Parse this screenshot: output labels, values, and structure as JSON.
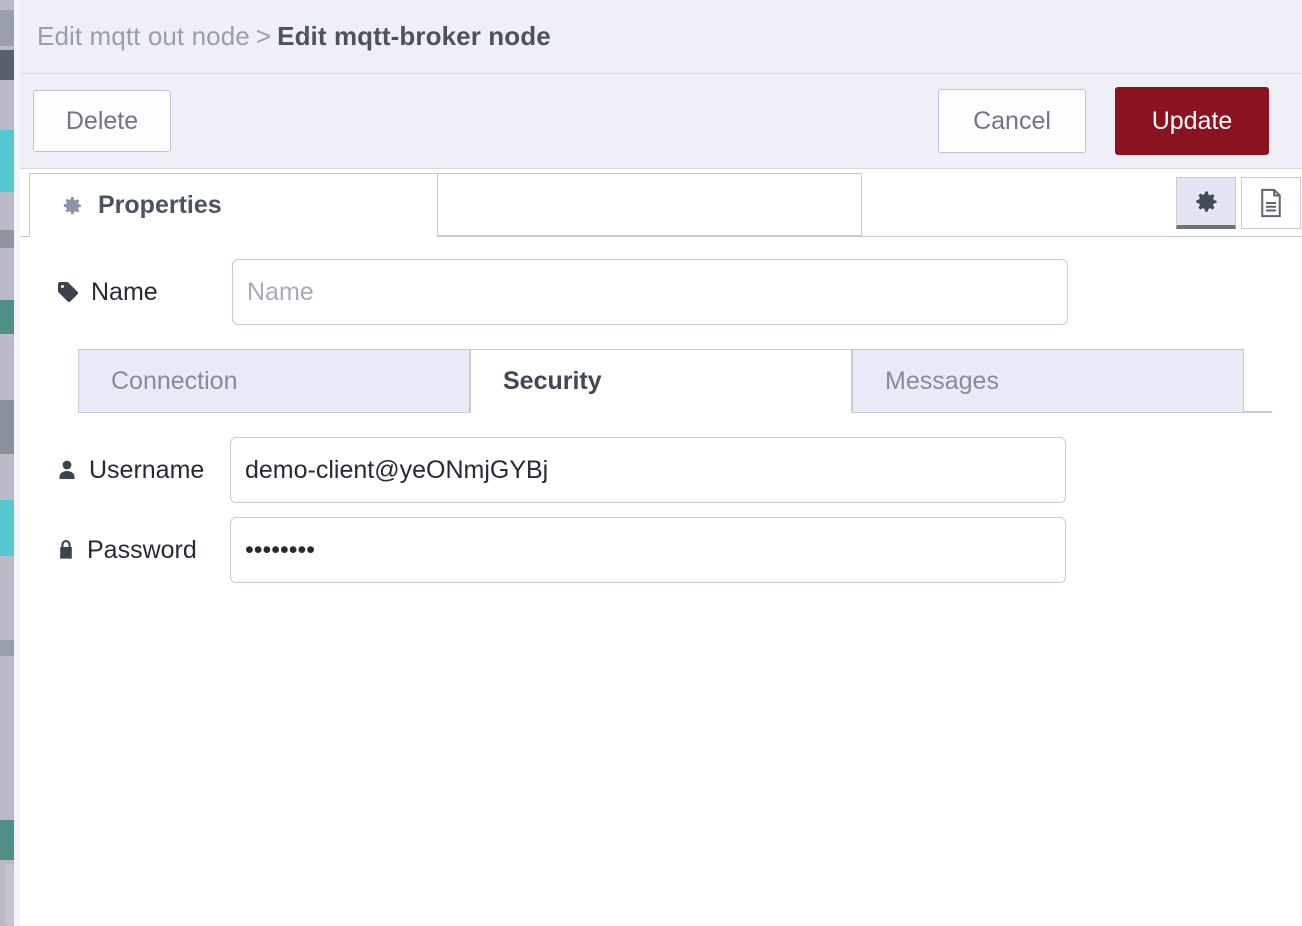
{
  "breadcrumb": {
    "previous": "Edit mqtt out node",
    "separator": ">",
    "current": "Edit mqtt-broker node"
  },
  "toolbar": {
    "delete_label": "Delete",
    "cancel_label": "Cancel",
    "update_label": "Update"
  },
  "tabs": {
    "properties_label": "Properties",
    "properties_icon": "gear-icon",
    "tools": [
      {
        "name": "gear-icon",
        "selected": true
      },
      {
        "name": "document-icon",
        "selected": false
      }
    ]
  },
  "form": {
    "name": {
      "label": "Name",
      "icon": "tag-icon",
      "value": "",
      "placeholder": "Name"
    },
    "subtabs": [
      {
        "label": "Connection",
        "active": false
      },
      {
        "label": "Security",
        "active": true
      },
      {
        "label": "Messages",
        "active": false
      }
    ],
    "username": {
      "label": "Username",
      "icon": "user-icon",
      "value": "demo-client@yeONmjGYBj",
      "placeholder": ""
    },
    "password": {
      "label": "Password",
      "icon": "lock-icon",
      "value": "••••••••",
      "placeholder": ""
    }
  },
  "colors": {
    "header_background": "#eff0f7",
    "update_button": "#8b121f",
    "border": "#c6c9d8",
    "text_primary": "#262a33",
    "text_muted": "#878ba0"
  }
}
